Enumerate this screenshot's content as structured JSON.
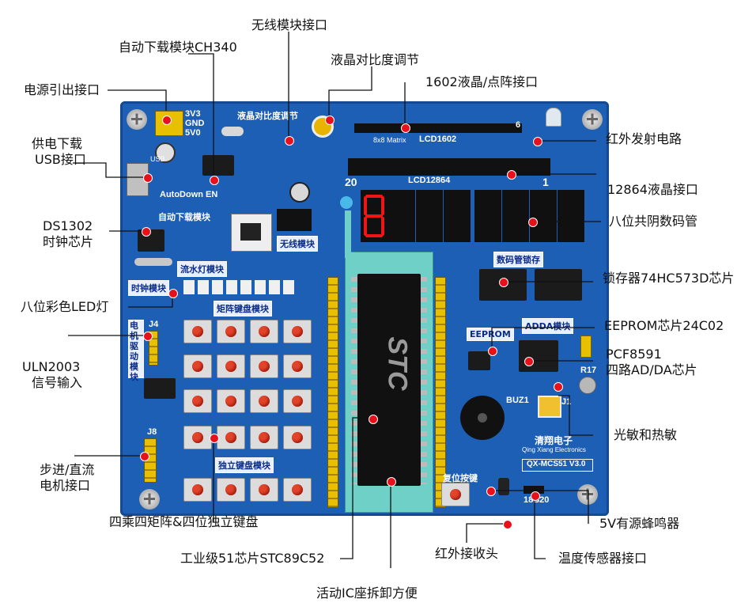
{
  "labels": {
    "wireless": "无线模块接口",
    "autodownload": "自动下载模块CH340",
    "lcd_contrast": "液晶对比度调节",
    "lcd1602": "1602液晶/点阵接口",
    "power_out": "电源引出接口",
    "usb_line1": "供电下载",
    "usb_line2": "USB接口",
    "ir_tx": "红外发射电路",
    "lcd12864": "12864液晶接口",
    "ds1302_line1": "DS1302",
    "ds1302_line2": "时钟芯片",
    "seg8": "八位共阴数码管",
    "latch": "锁存器74HC573D芯片",
    "led8": "八位彩色LED灯",
    "eeprom": "EEPROM芯片24C02",
    "pcf_line1": "PCF8591",
    "pcf_line2": "四路AD/DA芯片",
    "uln_line1": "ULN2003",
    "uln_line2": "信号输入",
    "photo_thermal": "光敏和热敏",
    "motor_line1": "步进/直流",
    "motor_line2": "电机接口",
    "keypad": "四乘四矩阵&四位独立键盘",
    "buzzer": "5V有源蜂鸣器",
    "mcu": "工业级51芯片STC89C52",
    "ir_rx": "红外接收头",
    "temp_sensor": "温度传感器接口",
    "zif_socket": "活动IC座拆卸方便"
  },
  "board_silk": {
    "v33": "3V3",
    "gnd": "GND",
    "v5": "5V0",
    "lcd_contrast_silk": "液晶对比度调节",
    "matrix8x8": "8x8 Matrix",
    "lcd1602": "LCD1602",
    "lcd12864": "LCD12864",
    "pin20": "20",
    "pin1": "1",
    "pin6": "6",
    "autodown": "AutoDown EN",
    "autodown_module": "自动下载模块",
    "wireless_module": "无线模块",
    "clock_module": "时钟模块",
    "flow_led": "流水灯模块",
    "matrix_keys": "矩阵键盘模块",
    "motor_drive": "电机驱动模块",
    "indep_keys": "独立键盘模块",
    "seg_latch": "数码管锁存",
    "eeprom": "EEPROM",
    "adda": "ADDA模块",
    "brand": "清翔电子",
    "brand_en": "Qing Xiang Electronics",
    "model": "QX-MCS51 V3.0",
    "reset": "复位按键",
    "ds18b20": "18B20",
    "mcu_logo": "STC",
    "usb": "USB",
    "j4": "J4",
    "j8": "J8",
    "buz1": "BUZ1",
    "j1": "J1",
    "r17": "R17"
  },
  "colors": {
    "board": "#1d5fb4",
    "board_dark": "#154a92",
    "pointer": "#e8101a",
    "led_red": "#e11111",
    "zif_socket": "#6fd0c8",
    "header_yellow": "#e8c000"
  }
}
